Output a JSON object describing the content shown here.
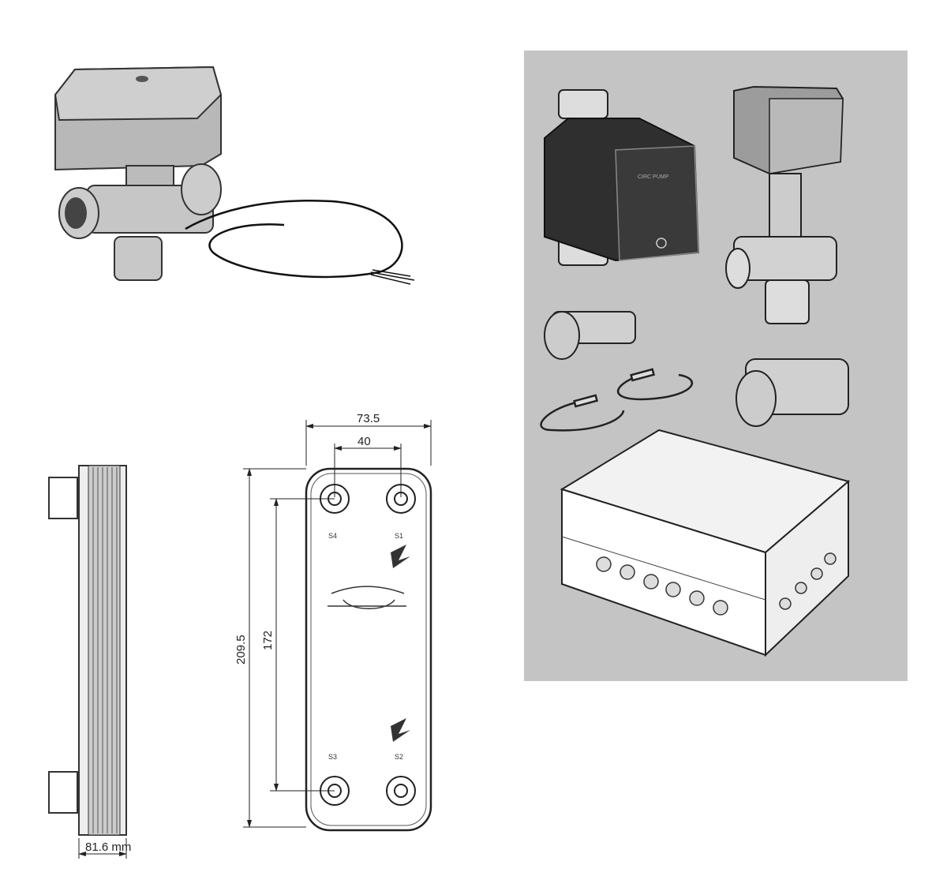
{
  "dimensions": {
    "width_overall": "73.5",
    "port_spacing_horizontal": "40",
    "height_overall": "209.5",
    "port_spacing_vertical": "172",
    "depth": "81.6 mm"
  },
  "ports": [
    "S4",
    "S1",
    "S3",
    "S2"
  ],
  "pump_logo": "CIRC PUMP",
  "colors": {
    "panel_bg": "#c4c4c4",
    "pump_body": "#3a3a3a",
    "actuator": "#a9a9a9"
  }
}
